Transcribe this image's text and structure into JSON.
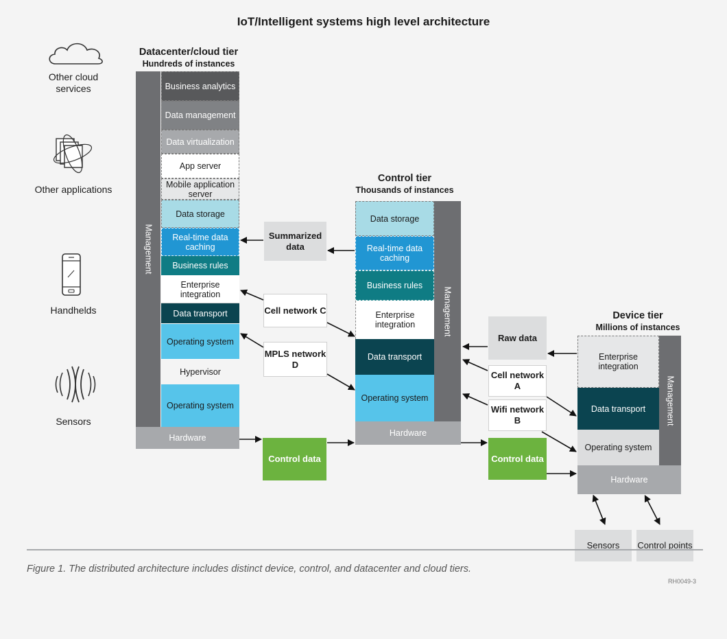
{
  "title": "IoT/Intelligent systems high level architecture",
  "left_icons": [
    {
      "label": "Other cloud services",
      "icon": "cloud-icon"
    },
    {
      "label": "Other applications",
      "icon": "applications-icon"
    },
    {
      "label": "Handhelds",
      "icon": "handheld-icon"
    },
    {
      "label": "Sensors",
      "icon": "sensors-icon"
    }
  ],
  "datacenter": {
    "title": "Datacenter/cloud tier",
    "subtitle": "Hundreds of instances",
    "management": "Management",
    "hardware": "Hardware",
    "layers": [
      "Business analytics",
      "Data management",
      "Data virtualization",
      "App server",
      "Mobile application server",
      "Data storage",
      "Real-time data caching",
      "Business rules",
      "Enterprise integration",
      "Data transport",
      "Operating system",
      "Hypervisor",
      "Operating system"
    ]
  },
  "control": {
    "title": "Control tier",
    "subtitle": "Thousands of instances",
    "management": "Management",
    "hardware": "Hardware",
    "layers": [
      "Data storage",
      "Real-time data caching",
      "Business rules",
      "Enterprise integration",
      "Data transport",
      "Operating system"
    ]
  },
  "device": {
    "title": "Device tier",
    "subtitle": "Millions of instances",
    "management": "Management",
    "hardware": "Hardware",
    "layers": [
      "Enterprise integration",
      "Data transport",
      "Operating system"
    ]
  },
  "connectors": {
    "summarized_data": "Summarized data",
    "cell_network_c": "Cell network C",
    "mpls_network_d": "MPLS network D",
    "control_data_1": "Control data",
    "raw_data": "Raw data",
    "cell_network_a": "Cell network A",
    "wifi_network_b": "Wifi network B",
    "control_data_2": "Control data",
    "sensors": "Sensors",
    "control_points": "Control points"
  },
  "colors": {
    "dark_grey": "#58595b",
    "mid_grey": "#808285",
    "light_grey": "#a7a9ac",
    "white": "#ffffff",
    "lightest_grey": "#e6e7e8",
    "light_blue": "#a8dbe6",
    "blue": "#2196d3",
    "teal": "#0f7c84",
    "navy": "#0b4450",
    "sky": "#56c4ea",
    "green": "#6cb33f"
  },
  "ref_code": "RH0049-3",
  "caption": "Figure 1. The distributed architecture includes distinct device, control, and datacenter and cloud tiers."
}
